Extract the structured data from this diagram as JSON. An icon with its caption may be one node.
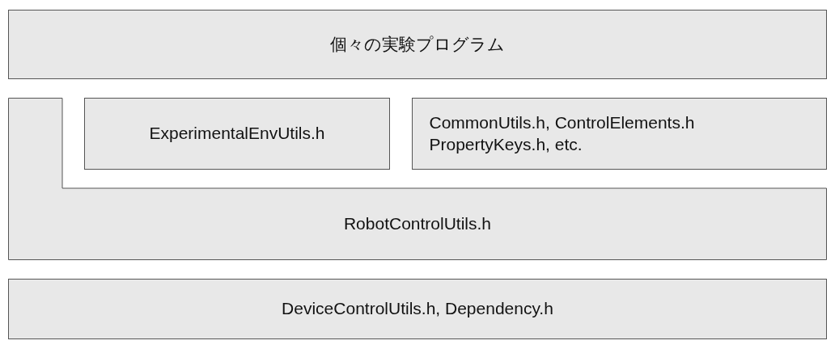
{
  "diagram": {
    "nodes": [
      {
        "text": [
          "個々の実験プログラム"
        ]
      },
      {
        "text": [
          "RobotControlUtils.h"
        ]
      },
      {
        "text": [
          "ExperimentalEnvUtils.h"
        ]
      },
      {
        "text": [
          "CommonUtils.h, ControlElements.h PropertyKeys.h, etc."
        ]
      },
      {
        "text": [
          "DeviceControlUtils.h, Dependency.h"
        ]
      }
    ]
  }
}
